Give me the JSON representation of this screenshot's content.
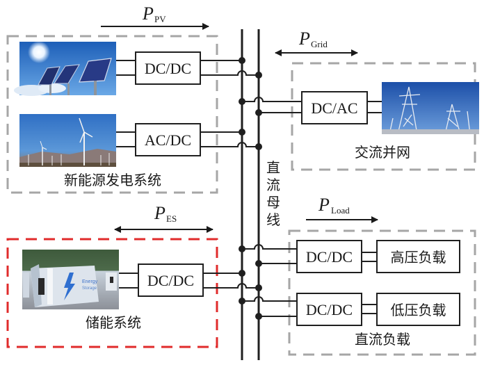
{
  "diagram": {
    "bus": {
      "label_chars": [
        "直",
        "流",
        "母",
        "线"
      ],
      "label": "直流母线"
    },
    "power_flows": {
      "pv": {
        "symbol": "P",
        "subscript": "PV",
        "direction": "right"
      },
      "grid": {
        "symbol": "P",
        "subscript": "Grid",
        "direction": "bidirectional"
      },
      "es": {
        "symbol": "P",
        "subscript": "ES",
        "direction": "bidirectional"
      },
      "load": {
        "symbol": "P",
        "subscript": "Load",
        "direction": "right"
      }
    },
    "groups": {
      "renewable": {
        "label": "新能源发电系统",
        "border_color": "#a6a6a6",
        "sources": [
          {
            "name": "solar-pv",
            "image": "solar-panels-photo",
            "converter": "DC/DC"
          },
          {
            "name": "wind",
            "image": "wind-turbines-photo",
            "converter": "AC/DC"
          }
        ]
      },
      "grid": {
        "label": "交流并网",
        "border_color": "#a6a6a6",
        "image": "transmission-towers-photo",
        "converter": "DC/AC"
      },
      "storage": {
        "label": "储能系统",
        "border_color": "#e02b2b",
        "image": "energy-storage-container-photo",
        "image_text": [
          "Energy",
          "Storage"
        ],
        "converter": "DC/DC"
      },
      "dc_load": {
        "label": "直流负载",
        "border_color": "#a6a6a6",
        "loads": [
          {
            "converter": "DC/DC",
            "load": "高压负载"
          },
          {
            "converter": "DC/DC",
            "load": "低压负载"
          }
        ]
      }
    }
  }
}
